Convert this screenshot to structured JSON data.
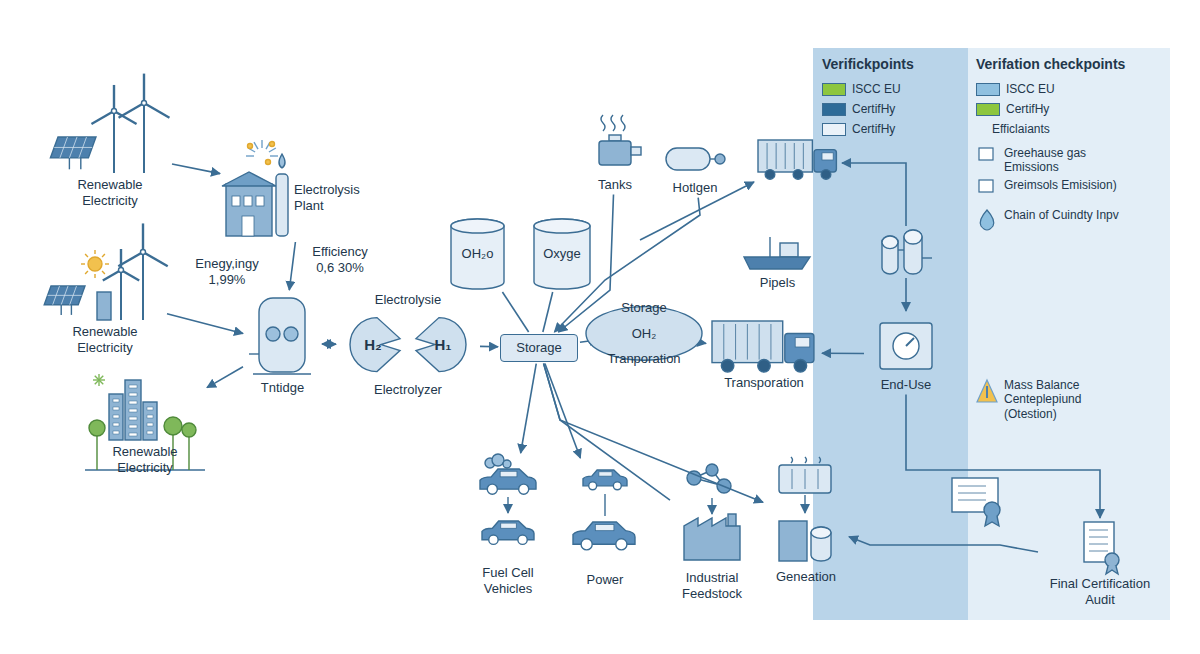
{
  "diagram": {
    "nodes": [
      {
        "text": [
          "Renewable Electricity"
        ]
      },
      {
        "text": [
          "Renewable Electricity"
        ]
      },
      {
        "text": [
          "Renewable Electricity"
        ]
      },
      {
        "text": [
          "Electrolysis Plant"
        ]
      },
      {
        "text": [
          "Tntidge"
        ]
      },
      {
        "text": [
          "Electrolysie",
          "H₂",
          "H₁",
          "Electrolyzer"
        ]
      },
      {
        "text": [
          "Tanks"
        ]
      },
      {
        "text": [
          "Hotlgen"
        ]
      },
      {
        "text": [
          "OH₂o"
        ]
      },
      {
        "text": [
          "Oxyge"
        ]
      },
      {
        "text": [
          "Storage"
        ]
      },
      {
        "text": [
          "Storage",
          "OH₂",
          "Tranporation"
        ]
      },
      {
        "text": [
          "Pipels"
        ]
      },
      {
        "text": [
          "Transporation"
        ]
      },
      {
        "text": [
          "End-Use"
        ]
      },
      {
        "text": [
          "Fuel Cell Vehicles"
        ]
      },
      {
        "text": [
          "Power"
        ]
      },
      {
        "text": [
          "Industrial Feedstock"
        ]
      },
      {
        "text": [
          "Geneation"
        ]
      },
      {
        "text": [
          "Final Certification Audit"
        ]
      }
    ],
    "edges": [
      {
        "from": 0,
        "to": 3,
        "arrow": "to"
      },
      {
        "from": 1,
        "to": 4,
        "arrow": "to"
      },
      {
        "from": 4,
        "to": 2,
        "arrow": "to"
      },
      {
        "from": 3,
        "to": 4,
        "arrow": "to"
      },
      {
        "from": 4,
        "to": 5,
        "arrow": "both"
      },
      {
        "from": 5,
        "to": 10,
        "arrow": "to"
      },
      {
        "from": 10,
        "to": 8,
        "arrow": "none"
      },
      {
        "from": 10,
        "to": 9,
        "arrow": "none"
      },
      {
        "from": 6,
        "to": 10,
        "arrow": "to"
      },
      {
        "from": 7,
        "to": 10,
        "arrow": "to"
      },
      {
        "from": 10,
        "to": 11,
        "arrow": "to"
      },
      {
        "from": 11,
        "to": 13,
        "arrow": "to"
      },
      {
        "from": 14,
        "to": 13,
        "arrow": "to"
      },
      {
        "from": 10,
        "to": 15,
        "arrow": "to"
      },
      {
        "from": 10,
        "to": 16,
        "arrow": "to"
      },
      {
        "from": 10,
        "to": 17,
        "arrow": "none"
      },
      {
        "from": 10,
        "to": 18,
        "arrow": "to"
      },
      {
        "from": 14,
        "to": 19,
        "arrow": "to"
      },
      {
        "from": 19,
        "to": 18,
        "arrow": "to"
      }
    ],
    "labels": [
      "Enegy,ingy 1,99%",
      "Efficiency 0,6 30%",
      "Verifickpoints",
      "Verifation checkpoints",
      "Efficlaiants"
    ],
    "legend": [
      {
        "text": "ISCC EU",
        "color": "#8dc63f"
      },
      {
        "text": "CertifHy",
        "color": "#2d6b98"
      },
      {
        "text": "CertifHy",
        "color": "#eaf2f9"
      },
      {
        "text": "ISCC EU",
        "color": "#8fc0e0"
      },
      {
        "text": "CertifHy",
        "color": "#8dc63f"
      },
      {
        "text": "Greehause gas Emissions"
      },
      {
        "text": "Greimsols Emisision)"
      },
      {
        "text": "Chain of Cuindty Inpv"
      },
      {
        "text": "Mass Balance Centeplepiund (Otestion)"
      }
    ]
  }
}
